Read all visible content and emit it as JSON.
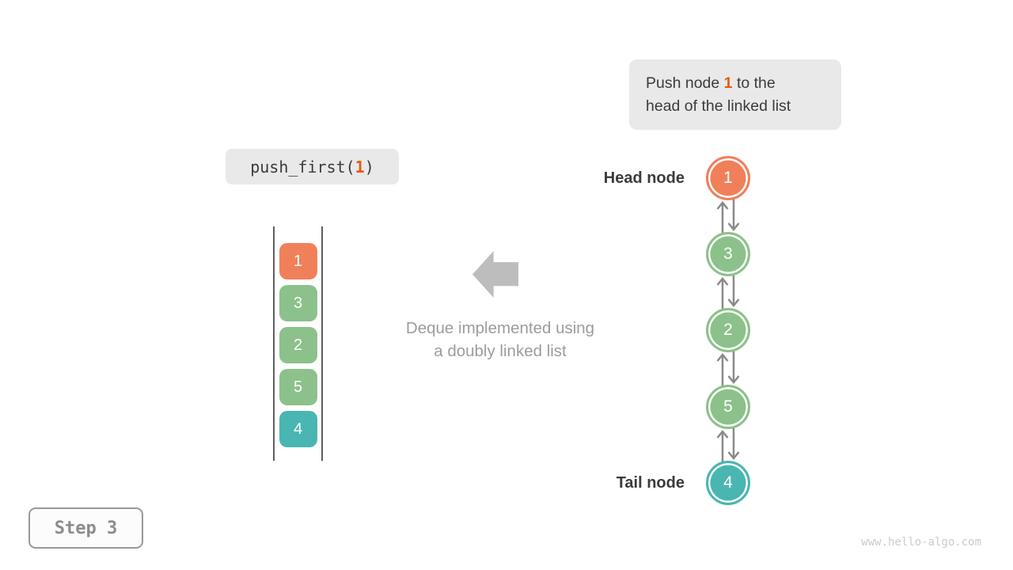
{
  "callout": {
    "line1_prefix": "Push node ",
    "line1_highlight": "1",
    "line1_suffix": " to the",
    "line2": "head of the linked list"
  },
  "code_box": {
    "prefix": "push_first(",
    "arg": "1",
    "suffix": ")"
  },
  "stack": {
    "items": [
      {
        "value": "1",
        "color": "#F0805A"
      },
      {
        "value": "3",
        "color": "#8CC18B"
      },
      {
        "value": "2",
        "color": "#8CC18B"
      },
      {
        "value": "5",
        "color": "#8CC18B"
      },
      {
        "value": "4",
        "color": "#49B6B1"
      }
    ]
  },
  "caption": {
    "line1": "Deque implemented using",
    "line2": "a doubly linked list"
  },
  "linked_list": {
    "head_label": "Head node",
    "tail_label": "Tail node",
    "nodes": [
      {
        "value": "1",
        "color": "#F0805A"
      },
      {
        "value": "3",
        "color": "#8CC18B"
      },
      {
        "value": "2",
        "color": "#8CC18B"
      },
      {
        "value": "5",
        "color": "#8CC18B"
      },
      {
        "value": "4",
        "color": "#49B6B1"
      }
    ]
  },
  "step_badge": {
    "label": "Step 3"
  },
  "watermark": {
    "text": "www.hello-algo.com"
  },
  "icons": {
    "block_arrow": "left-block-arrow"
  },
  "colors": {
    "highlight": "#E8590C",
    "callout_bg": "#E9E9E9",
    "link_arrow": "#8A8A8A",
    "block_arrow": "#BDBDBD",
    "caption_text": "#9C9C9C",
    "label_text": "#3B3B3B"
  }
}
